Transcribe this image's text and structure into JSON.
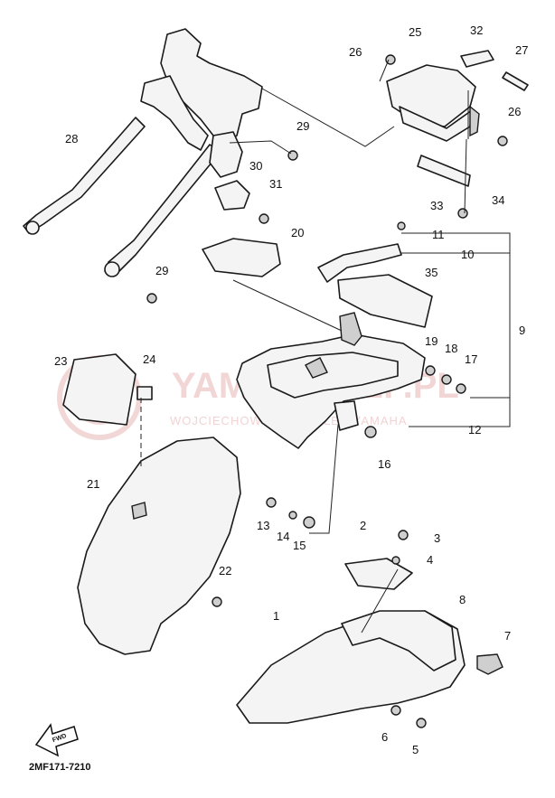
{
  "diagram_code": "2MF171-7210",
  "fwd_label": "FWD",
  "watermark": {
    "title": "YAMA-SKLEP.PL",
    "subtitle": "WOJCIECHOWSKI  -  DEALER YAMAHA"
  },
  "callouts": [
    "1",
    "2",
    "3",
    "4",
    "5",
    "6",
    "7",
    "8",
    "9",
    "10",
    "11",
    "12",
    "13",
    "14",
    "15",
    "16",
    "17",
    "18",
    "19",
    "20",
    "21",
    "22",
    "23",
    "24",
    "25",
    "26",
    "26",
    "27",
    "28",
    "29",
    "29",
    "30",
    "31",
    "32",
    "33",
    "34",
    "35"
  ]
}
